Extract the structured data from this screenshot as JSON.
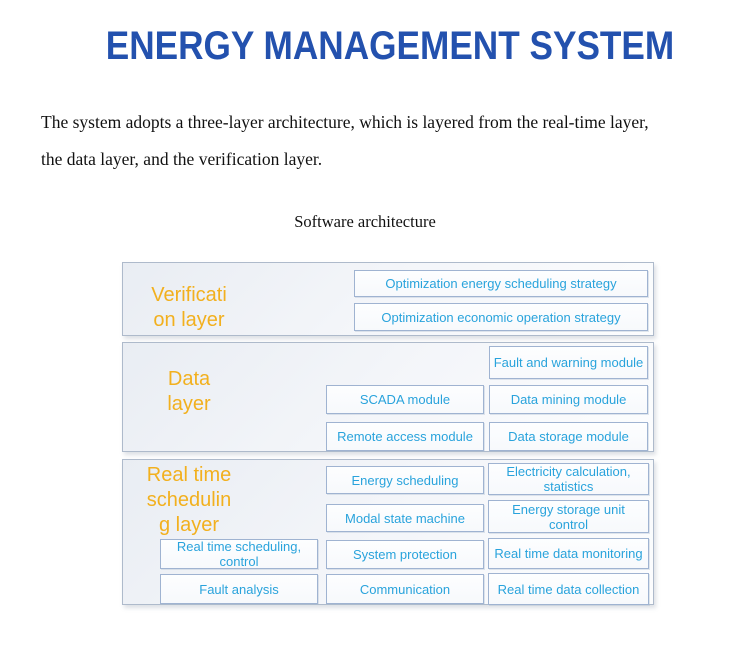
{
  "title": "ENERGY MANAGEMENT SYSTEM",
  "intro_lines": [
    "The system adopts a three-layer architecture, which is layered from the real-time layer,",
    "the data layer, and the verification layer."
  ],
  "figure_caption": "Software architecture",
  "colors": {
    "title_blue": "#2351AE",
    "layer_label_yellow": "#F2B01E",
    "module_text_cyan": "#29A3DC",
    "box_border": "#9FB3D1",
    "layer_border": "#AEBACB"
  },
  "layers": [
    {
      "name": "verification-layer",
      "label": "Verificati\non layer",
      "boxes": [
        {
          "text": "Optimization energy scheduling strategy"
        },
        {
          "text": "Optimization economic operation strategy"
        }
      ]
    },
    {
      "name": "data-layer",
      "label": "Data\nlayer",
      "boxes": [
        {
          "text": "Fault and warning module"
        },
        {
          "text": "SCADA module"
        },
        {
          "text": "Data mining module"
        },
        {
          "text": "Remote access module"
        },
        {
          "text": "Data storage module"
        }
      ]
    },
    {
      "name": "real-time-scheduling-layer",
      "label": "Real time\nschedulin\ng layer",
      "boxes": [
        {
          "text": "Energy scheduling"
        },
        {
          "text": "Electricity calculation, statistics"
        },
        {
          "text": "Modal state machine"
        },
        {
          "text": "Energy storage unit control"
        },
        {
          "text": "Real time scheduling, control"
        },
        {
          "text": "System protection"
        },
        {
          "text": "Real time data monitoring"
        },
        {
          "text": "Fault analysis"
        },
        {
          "text": "Communication"
        },
        {
          "text": "Real time data collection"
        }
      ]
    }
  ]
}
